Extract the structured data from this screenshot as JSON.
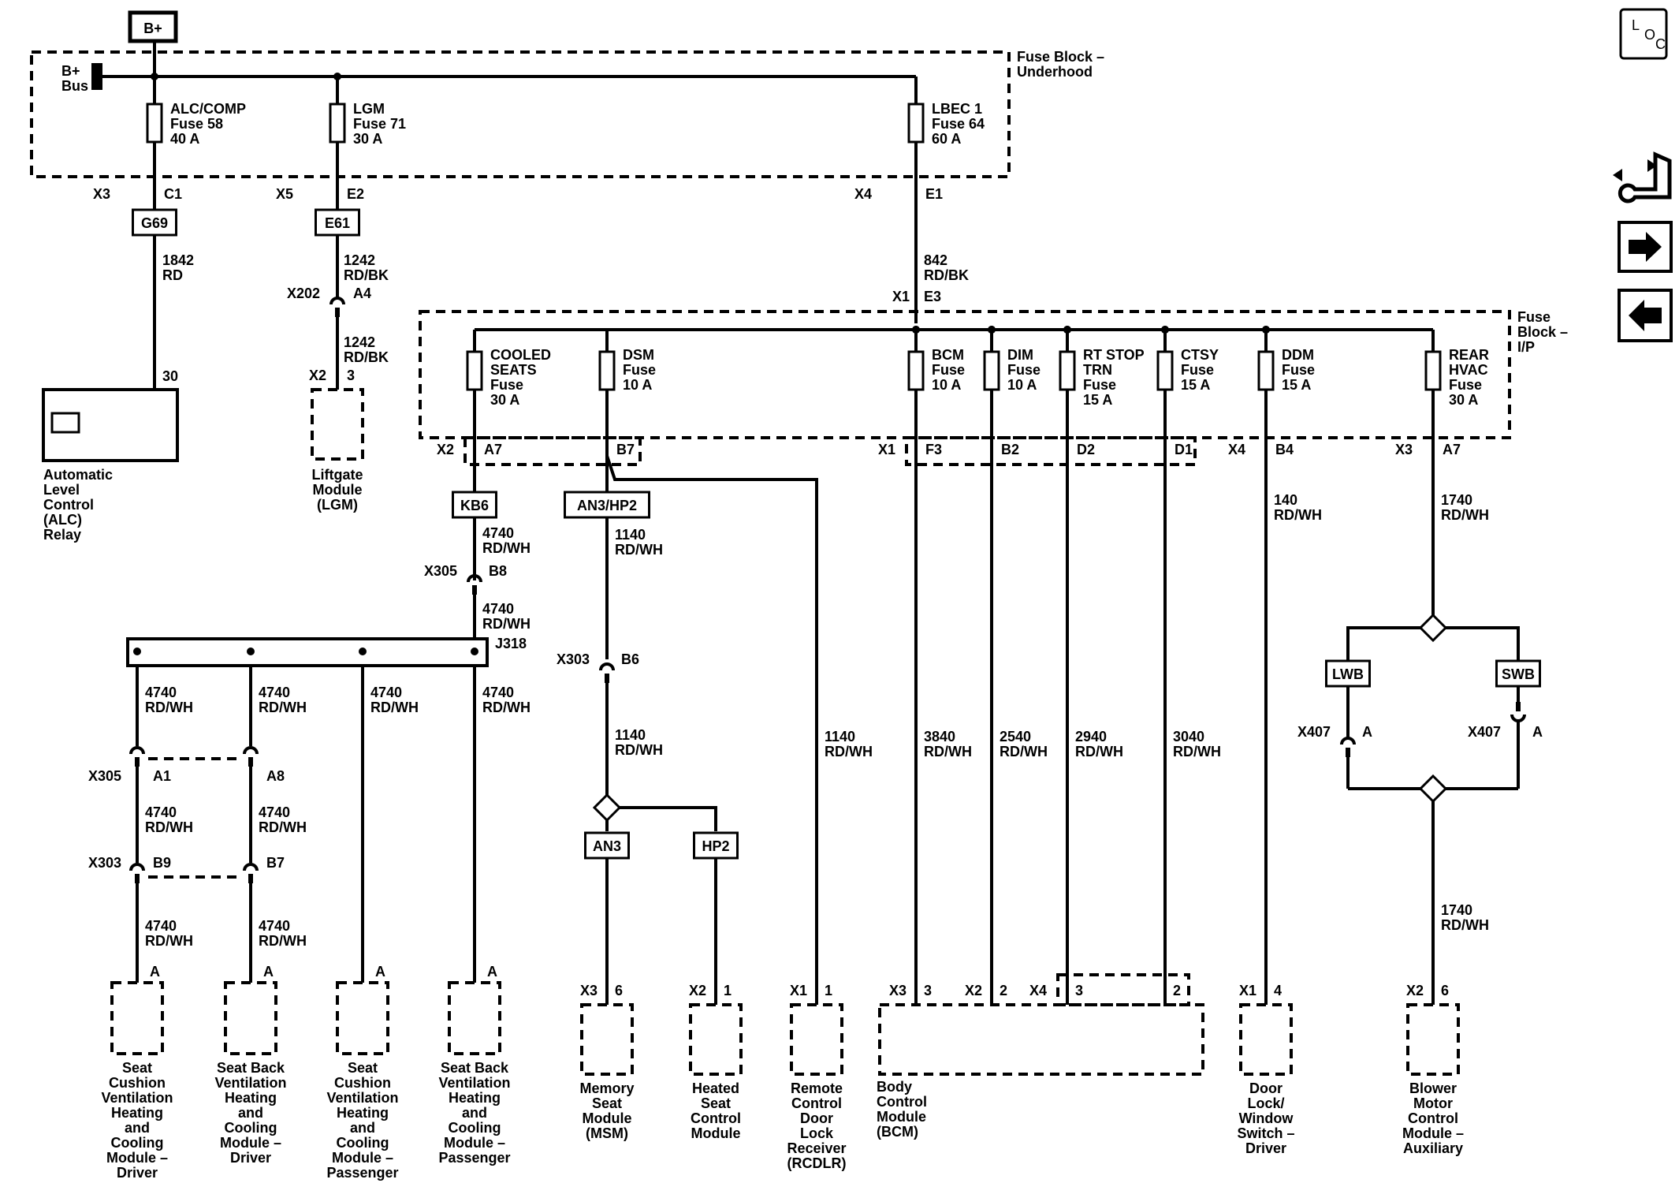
{
  "title": "Power Distribution Schematic – Fuse Block Underhood / I/P",
  "top": {
    "bplus": "B+",
    "bus": [
      "B+",
      "Bus"
    ],
    "block_underhood": [
      "Fuse Block –",
      "Underhood"
    ],
    "block_ip": [
      "Fuse",
      "Block –",
      "I/P"
    ]
  },
  "fuses_underhood": [
    {
      "id": "alc",
      "lines": [
        "ALC/COMP",
        "Fuse 58",
        "40 A"
      ],
      "conn": "X3",
      "pin": "C1",
      "splice": "G69"
    },
    {
      "id": "lgm",
      "lines": [
        "LGM",
        "Fuse 71",
        "30 A"
      ],
      "conn": "X5",
      "pin": "E2",
      "splice": "E61"
    },
    {
      "id": "lbec",
      "lines": [
        "LBEC 1",
        "Fuse 64",
        "60 A"
      ],
      "conn": "X4",
      "pin": "E1"
    }
  ],
  "fuses_ip": [
    {
      "id": "cooled",
      "lines": [
        "COOLED",
        "SEATS",
        "Fuse",
        "30 A"
      ],
      "conn": "X2",
      "pin": "A7"
    },
    {
      "id": "dsm",
      "lines": [
        "DSM",
        "Fuse",
        "10 A"
      ],
      "pin": "B7"
    },
    {
      "id": "bcm",
      "lines": [
        "BCM",
        "Fuse",
        "10 A"
      ],
      "conn": "X1",
      "pin": "F3"
    },
    {
      "id": "dim",
      "lines": [
        "DIM",
        "Fuse",
        "10 A"
      ],
      "pin": "B2"
    },
    {
      "id": "rtstop",
      "lines": [
        "RT STOP",
        "TRN",
        "Fuse",
        "15 A"
      ],
      "pin": "D2"
    },
    {
      "id": "ctsy",
      "lines": [
        "CTSY",
        "Fuse",
        "15 A"
      ],
      "pin": "D1"
    },
    {
      "id": "ddm",
      "lines": [
        "DDM",
        "Fuse",
        "15 A"
      ],
      "conn": "X4",
      "pin": "B4"
    },
    {
      "id": "rear",
      "lines": [
        "REAR",
        "HVAC",
        "Fuse",
        "30 A"
      ],
      "conn": "X3",
      "pin": "A7"
    }
  ],
  "wires": {
    "w1842": [
      "1842",
      "RD"
    ],
    "w1242a": [
      "1242",
      "RD/BK"
    ],
    "w1242b": [
      "1242",
      "RD/BK"
    ],
    "w842": [
      "842",
      "RD/BK"
    ],
    "w4740_1": [
      "4740",
      "RD/WH"
    ],
    "w4740_2": [
      "4740",
      "RD/WH"
    ],
    "w4740_d1": [
      "4740",
      "RD/WH"
    ],
    "w4740_d2": [
      "4740",
      "RD/WH"
    ],
    "w4740_d3": [
      "4740",
      "RD/WH"
    ],
    "w4740_d4": [
      "4740",
      "RD/WH"
    ],
    "w4740_e1": [
      "4740",
      "RD/WH"
    ],
    "w4740_e2": [
      "4740",
      "RD/WH"
    ],
    "w4740_f1": [
      "4740",
      "RD/WH"
    ],
    "w4740_f2": [
      "4740",
      "RD/WH"
    ],
    "w1140_a": [
      "1140",
      "RD/WH"
    ],
    "w1140_b": [
      "1140",
      "RD/WH"
    ],
    "w1140_c": [
      "1140",
      "RD/WH"
    ],
    "w3840": [
      "3840",
      "RD/WH"
    ],
    "w2540": [
      "2540",
      "RD/WH"
    ],
    "w2940": [
      "2940",
      "RD/WH"
    ],
    "w3040": [
      "3040",
      "RD/WH"
    ],
    "w140": [
      "140",
      "RD/WH"
    ],
    "w1740a": [
      "1740",
      "RD/WH"
    ],
    "w1740b": [
      "1740",
      "RD/WH"
    ]
  },
  "connectors": {
    "x202": "X202",
    "a4": "A4",
    "x2": "X2",
    "p3": "3",
    "x1": "X1",
    "e3": "E3",
    "pin30": "30",
    "x305a": "X305",
    "b8": "B8",
    "j318": "J318",
    "x305b": "X305",
    "a1": "A1",
    "a8": "A8",
    "x303a": "X303",
    "b9": "B9",
    "b7b": "B7",
    "x303b": "X303",
    "b6": "B6",
    "x407a": "X407",
    "x407b": "X407",
    "pa1": "A",
    "pa2": "A",
    "pinA": "A"
  },
  "splices": {
    "kb6": "KB6",
    "an3hp2": "AN3/HP2",
    "an3": "AN3",
    "hp2": "HP2",
    "lwb": "LWB",
    "swb": "SWB"
  },
  "modules": [
    {
      "id": "alc_relay",
      "lines": [
        "Automatic",
        "Level",
        "Control",
        "(ALC)",
        "Relay"
      ]
    },
    {
      "id": "lgm",
      "lines": [
        "Liftgate",
        "Module",
        "(LGM)"
      ]
    },
    {
      "id": "seat_cush_drv",
      "lines": [
        "Seat",
        "Cushion",
        "Ventilation",
        "Heating",
        "and",
        "Cooling",
        "Module –",
        "Driver"
      ]
    },
    {
      "id": "seat_back_drv",
      "lines": [
        "Seat Back",
        "Ventilation",
        "Heating",
        "and",
        "Cooling",
        "Module –",
        "Driver"
      ]
    },
    {
      "id": "seat_cush_pas",
      "lines": [
        "Seat",
        "Cushion",
        "Ventilation",
        "Heating",
        "and",
        "Cooling",
        "Module –",
        "Passenger"
      ]
    },
    {
      "id": "seat_back_pas",
      "lines": [
        "Seat Back",
        "Ventilation",
        "Heating",
        "and",
        "Cooling",
        "Module –",
        "Passenger"
      ]
    },
    {
      "id": "msm",
      "lines": [
        "Memory",
        "Seat",
        "Module",
        "(MSM)"
      ],
      "conn": "X3",
      "pin": "6"
    },
    {
      "id": "hscm",
      "lines": [
        "Heated",
        "Seat",
        "Control",
        "Module"
      ],
      "conn": "X2",
      "pin": "1"
    },
    {
      "id": "rcdlr",
      "lines": [
        "Remote",
        "Control",
        "Door",
        "Lock",
        "Receiver",
        "(RCDLR)"
      ],
      "conn": "X1",
      "pin": "1"
    },
    {
      "id": "bcm",
      "lines": [
        "Body",
        "Control",
        "Module",
        "(BCM)"
      ],
      "conn": "X3",
      "pin": "3",
      "conn2": "X2",
      "pin2": "2",
      "conn3": "X4",
      "pin3": "3",
      "pin4": "2"
    },
    {
      "id": "dlws",
      "lines": [
        "Door",
        "Lock/",
        "Window",
        "Switch –",
        "Driver"
      ],
      "conn": "X1",
      "pin": "4"
    },
    {
      "id": "bmcm",
      "lines": [
        "Blower",
        "Motor",
        "Control",
        "Module –",
        "Auxiliary"
      ],
      "conn": "X2",
      "pin": "6"
    }
  ],
  "side_icons": [
    {
      "name": "loc-icon",
      "text": [
        "L",
        "O",
        "C"
      ]
    },
    {
      "name": "diagnostic-icon"
    },
    {
      "name": "next-arrow-icon"
    },
    {
      "name": "back-arrow-icon"
    }
  ]
}
